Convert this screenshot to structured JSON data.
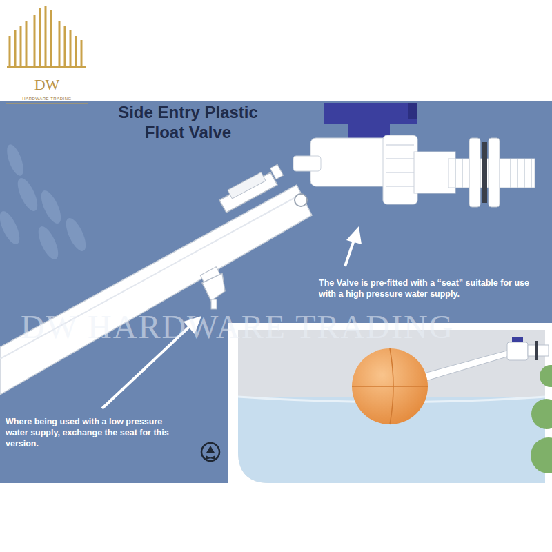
{
  "diagram": {
    "title": "Side Entry Plastic Float Valve",
    "labels": [
      "DW",
      "HARDWARE TRADING",
      "The Valve is pre-fitted with a “seat” suitable for use with a high pressure water supply.",
      "Where being used with a low pressure water supply, exchange the seat for this version.",
      "DW HARDWARE TRADING"
    ]
  }
}
